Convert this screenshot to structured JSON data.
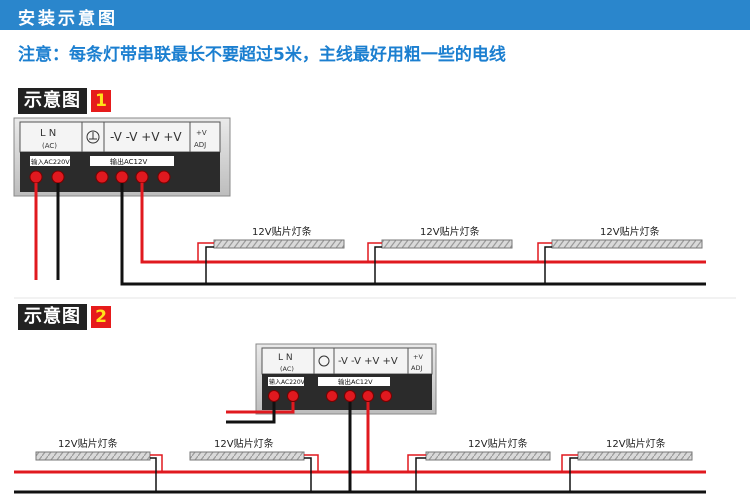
{
  "header": {
    "title": "安装示意图"
  },
  "note": "注意：每条灯带串联最长不要超过5米，主线最好用粗一些的电线",
  "diagram1": {
    "label": "示意图",
    "number": "1"
  },
  "diagram2": {
    "label": "示意图",
    "number": "2"
  },
  "psu": {
    "terminal_top": "L  N",
    "terminal_ac": "(AC)",
    "terminal_outputs": "-V -V +V +V",
    "terminal_adj_top": "+V",
    "terminal_adj_bottom": "ADJ",
    "input_label": "输入AC220V",
    "output_label": "输出AC12V"
  },
  "strip_label": "12V贴片灯条",
  "colors": {
    "header": "#2a86cc",
    "note": "#1b7fd0",
    "wire_red": "#e0191f",
    "wire_black": "#111111"
  }
}
